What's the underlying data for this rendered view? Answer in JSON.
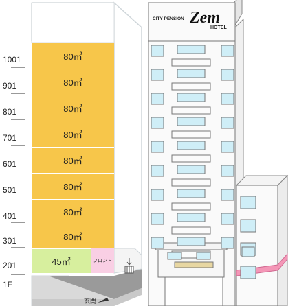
{
  "floors": [
    {
      "label": "1001",
      "area": "80㎡"
    },
    {
      "label": "901",
      "area": "80㎡"
    },
    {
      "label": "801",
      "area": "80㎡"
    },
    {
      "label": "701",
      "area": "80㎡"
    },
    {
      "label": "601",
      "area": "80㎡"
    },
    {
      "label": "501",
      "area": "80㎡"
    },
    {
      "label": "401",
      "area": "80㎡"
    },
    {
      "label": "301",
      "area": "80㎡"
    },
    {
      "label": "201",
      "area": "45㎡"
    },
    {
      "label": "1F",
      "area": ""
    }
  ],
  "front_label": "フロント",
  "entrance_label": "玄関",
  "sign": {
    "line1": "CITY PENSION",
    "brand": "Zem",
    "line2": "HOTEL"
  },
  "colors": {
    "room": "#f7c64a",
    "room_small": "#d7ef9e",
    "front": "#f9cfe4",
    "window": "#cfeef7",
    "band": "#f497b7"
  }
}
